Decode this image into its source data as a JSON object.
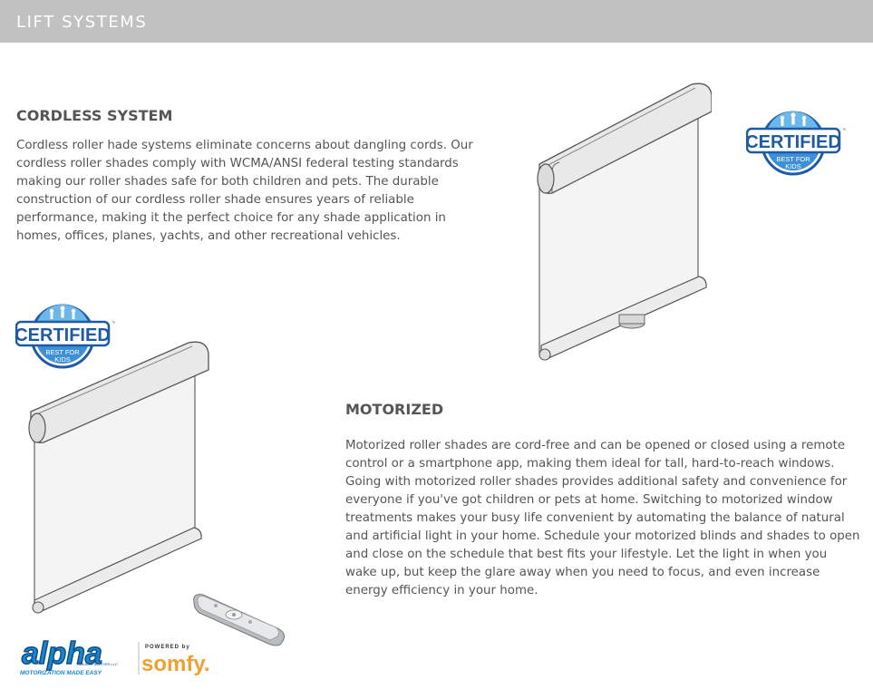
{
  "header": {
    "title": "LIFT SYSTEMS"
  },
  "cordless": {
    "heading": "CORDLESS SYSTEM",
    "lines": [
      "Cordless roller hade systems eliminate concerns about dangling cords. Our",
      "cordless roller shades comply with WCMA/ANSI federal testing standards",
      "making our roller shades safe for both children and pets. The durable",
      "construction of our cordless roller shade ensures years of reliable",
      "performance, making it the perfect choice for any shade application in",
      "homes, offices, planes, yachts, and other recreational vehicles."
    ]
  },
  "motorized": {
    "heading": "MOTORIZED",
    "lines": [
      "Motorized roller shades are cord-free and can be opened or closed using a remote",
      "control or a smartphone app, making them ideal for tall, hard-to-reach windows.",
      "Going with motorized roller shades provides additional safety and convenience for",
      "everyone if you've got children or pets at home. Switching to motorized window",
      "treatments makes your busy life convenient by automating the balance of natural",
      "and artificial light in your home. Schedule your motorized blinds and shades to open",
      "and close on the schedule that best fits your lifestyle. Let the light in when you",
      "wake up, but keep the glare away when you need to focus, and even increase",
      "energy efficiency in your home."
    ]
  },
  "badge": {
    "word": "CERTIFIED",
    "sub1": "BEST FOR",
    "sub2": "KIDS",
    "tm": "™"
  },
  "logos": {
    "alpha": "alpha",
    "alpha_small": "TUBULAR MOTORS LLC",
    "alpha_tagline": "MOTORIZATION MADE EASY",
    "somfy_powered": "POWERED by",
    "somfy": "somfy."
  },
  "colors": {
    "header_bg": "#c1c1c2",
    "badge_blue": "#1f5aa6",
    "badge_light": "#4aa3df",
    "alpha_blue": "#1a86c8",
    "somfy_orange": "#f0a030"
  }
}
